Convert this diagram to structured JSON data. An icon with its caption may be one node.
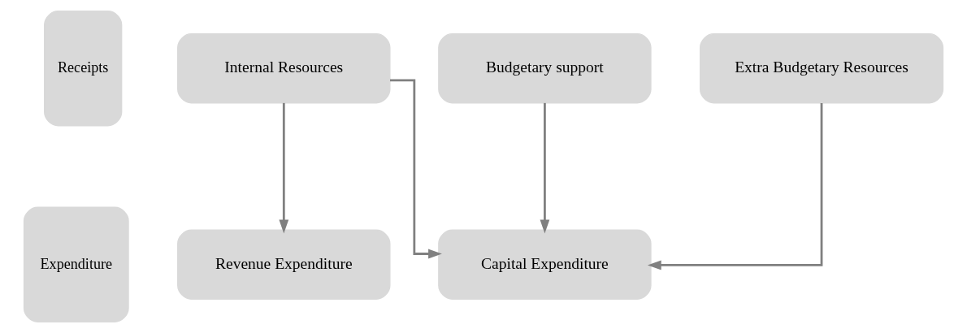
{
  "diagram": {
    "nodes": [
      {
        "text": [
          "Receipts"
        ]
      },
      {
        "text": [
          "Internal Resources"
        ]
      },
      {
        "text": [
          "Budgetary support"
        ]
      },
      {
        "text": [
          "Extra Budgetary Resources"
        ]
      },
      {
        "text": [
          "Expenditure"
        ]
      },
      {
        "text": [
          "Revenue Expenditure"
        ]
      },
      {
        "text": [
          "Capital Expenditure"
        ]
      }
    ],
    "edges": [
      {
        "from": 1,
        "to": 5,
        "arrow": "to"
      },
      {
        "from": 1,
        "to": 6,
        "arrow": "to"
      },
      {
        "from": 2,
        "to": 6,
        "arrow": "to"
      },
      {
        "from": 3,
        "to": 6,
        "arrow": "to"
      }
    ]
  }
}
